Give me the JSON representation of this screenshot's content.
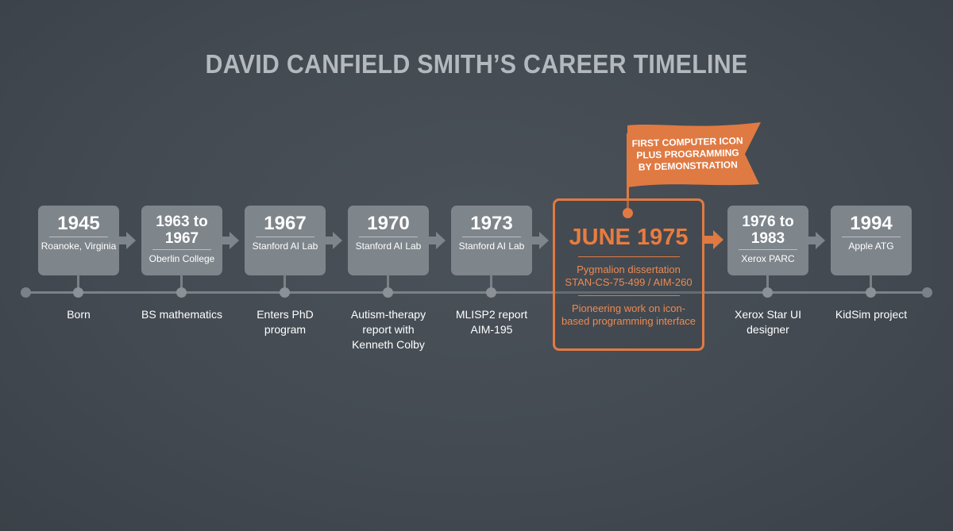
{
  "title": "DAVID CANFIELD SMITH’S CAREER TIMELINE",
  "milestones": [
    {
      "year": "1945",
      "place": "Roanoke, Virginia",
      "event": "Born"
    },
    {
      "year": "1963 to\n1967",
      "place": "Oberlin College",
      "event": "BS mathematics"
    },
    {
      "year": "1967",
      "place": "Stanford AI Lab",
      "event": "Enters PhD\nprogram"
    },
    {
      "year": "1970",
      "place": "Stanford AI Lab",
      "event": "Autism-therapy\nreport with\nKenneth Colby"
    },
    {
      "year": "1973",
      "place": "Stanford AI Lab",
      "event": "MLISP2 report\nAIM-195"
    },
    {
      "year": "1976 to\n1983",
      "place": "Xerox PARC",
      "event": "Xerox Star UI\ndesigner"
    },
    {
      "year": "1994",
      "place": "Apple ATG",
      "event": "KidSim project"
    }
  ],
  "highlight": {
    "year": "JUNE 1975",
    "detail": "Pygmalion dissertation\nSTAN-CS-75-499 / AIM-260",
    "event": "Pioneering work on icon-\nbased programming interface",
    "flag": "FIRST COMPUTER ICON\nPLUS PROGRAMMING\nBY DEMONSTRATION"
  },
  "colors": {
    "background": "#434a52",
    "box": "#7e858b",
    "accent": "#e07a43",
    "title": "#b4b9be"
  }
}
